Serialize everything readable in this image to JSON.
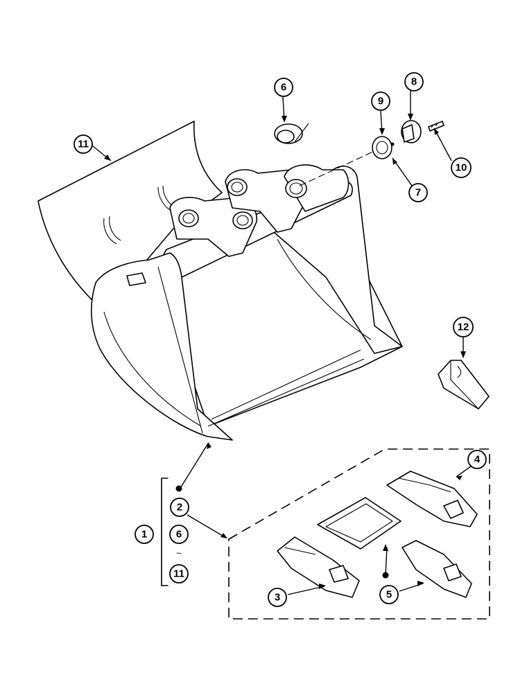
{
  "callouts": {
    "c1": "1",
    "c2": "2",
    "c3": "3",
    "c4": "4",
    "c5": "5",
    "c6": "6",
    "c7": "7",
    "c8": "8",
    "c9": "9",
    "c10": "10",
    "c11": "11",
    "c12": "12",
    "kit_2": "2",
    "kit_6": "6",
    "kit_11": "11",
    "kit_range": "~"
  }
}
